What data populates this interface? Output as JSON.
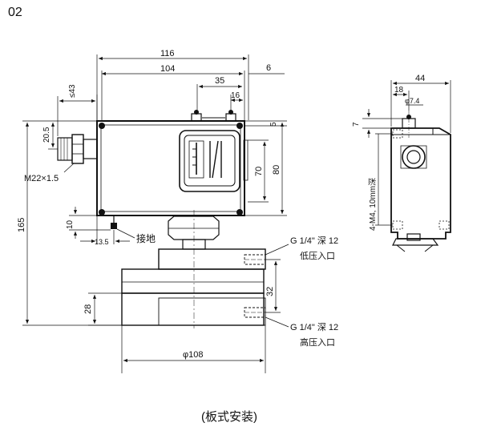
{
  "figure_number": "02",
  "caption": "(板式安装)",
  "dimensions": {
    "width_116": "116",
    "width_104": "104",
    "offset_6_top": "6",
    "offset_35": "35",
    "offset_16": "16",
    "offset_43": "≤43",
    "height_20_5": "20.5",
    "thread_m22": "M22×1.5",
    "offset_5": "5",
    "height_70": "70",
    "height_80": "80",
    "height_165": "165",
    "height_10": "10",
    "offset_13_5": "13.5",
    "height_28": "28",
    "height_32": "32",
    "diameter_108": "φ108",
    "side_44": "44",
    "side_18": "18",
    "side_phi74": "φ7.4",
    "side_7": "7",
    "side_mounting": "4-M4, 10mm深"
  },
  "labels": {
    "ground": "接地",
    "low_port_thread": "G 1/4\" 深 12",
    "low_port_name": "低压入口",
    "high_port_thread": "G 1/4\" 深 12",
    "high_port_name": "高压入口"
  }
}
